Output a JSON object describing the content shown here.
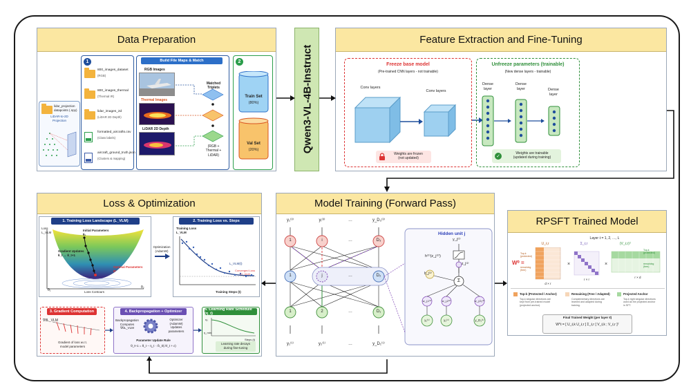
{
  "data_prep": {
    "title": "Data Preparation",
    "lidar_note": "lidar_projection\ndatapoints (.npy)",
    "lidar_projection": "LiDAR-to-2D\nProjection",
    "step1": "1",
    "step2": "2",
    "files": [
      {
        "name": "800_images_dataset",
        "desc": "(RGB)",
        "icon": "folder-icon"
      },
      {
        "name": "800_images_thermal",
        "desc": "(Thermal IR)",
        "icon": "folder-icon"
      },
      {
        "name": "lidar_images_2d",
        "desc": "(LiDAR 2D Depth)",
        "icon": "folder-icon"
      },
      {
        "name": "formatted_aircrafts.csv",
        "desc": "(Class labels)",
        "icon": "csv-file-icon"
      },
      {
        "name": "aircraft_ground_truth.json",
        "desc": "(Clusters & mapping)",
        "icon": "json-file-icon"
      }
    ],
    "file_map_title": "Build File Maps & Match",
    "rgb_label": "RGB Images",
    "thermal_label": "Thermal Images",
    "lidar_label": "LiDAR 2D Depth",
    "matched_label": "Matched\nTriplets",
    "matched_sub": "(RGB +\nThermal +\nLiDAR)",
    "train_set": "Train Set",
    "train_pct": "(80%)",
    "val_set": "Val Set",
    "val_pct": "(20%)"
  },
  "model_bar": {
    "label": "Qwen3-VL-4B-Instruct"
  },
  "feature": {
    "title": "Feature Extraction and Fine-Tuning",
    "freeze_title": "Freeze base model",
    "freeze_sub": "(Pre-trained CNN layers - not trainable)",
    "conv1": "Conv layers",
    "conv2": "Conv layers",
    "frozen_note": "Weights are frozen\n(not updated)",
    "unfreeze_title": "Unfreeze parameters (trainable)",
    "unfreeze_sub": "(New dense layers - trainable)",
    "dense1": "Dense\nlayer",
    "dense2": "Dense\nlayer",
    "dense3": "Dense\nlayer",
    "trainable_note": "Weights are trainable\n(updated during training)"
  },
  "loss": {
    "title": "Loss & Optimization",
    "landscape_title": "1. Training Loss Landscape (L_VLM)",
    "landscape_labels": {
      "loss_axis": "Loss\nL_VLM",
      "init": "Initial Parameters\nθ₀",
      "updates": "Gradient Updates\nθ_t → θ_t+1",
      "optimal": "Optimal Parameters\nθ*",
      "theta1": "θ₁",
      "theta2": "θ₂",
      "contours": "Loss Contours"
    },
    "optim_label": "Optimization\n(AdamW)",
    "curve_title": "2. Training Loss vs. Steps",
    "curve_ylabel": "Training Loss\nL_VLM",
    "curve_xlabel": "Training Steps (t)",
    "curve_legend": "L_VLM(t)",
    "curve_converged": "Converged Loss\nL*_VLM",
    "grad_title": "3. Gradient Computation",
    "grad_formula": "∇θL_VLM",
    "grad_caption": "Gradient of loss w.r.t.\nmodel parameters",
    "backprop_title": "4. Backpropagation + Optimizer",
    "backprop_left": "Backpropagation\nComputes\n∇θL_VLM",
    "backprop_right": "Optimizer\n(AdamW)\nUpdates\nparameters",
    "update_rule_title": "Parameter Update Rule",
    "update_rule": "θ_t+1 = θ_t − η_t · m̂_t/(√v̂_t + ε)",
    "lr_title": "5. Learning Rate Schedule (η_t)",
    "lr_caption": "Learning rate decays\nduring fine-tuning",
    "lr_y0": "η₀",
    "lr_ymin": "η_min",
    "lr_x": "Steps (t)"
  },
  "training": {
    "title": "Model Training (Forward Pass)",
    "hidden_unit": "Hidden unit j",
    "top_nodes": [
      "1",
      "i",
      "…",
      "D₃"
    ],
    "mid_nodes": [
      "1",
      "j",
      "…",
      "D₂"
    ],
    "bot_nodes": [
      "1",
      "2",
      "…",
      "D₁"
    ],
    "y_top": [
      "y₁⁽³⁾",
      "yᵢ⁽³⁾",
      "…",
      "y_D₃⁽³⁾"
    ],
    "y_bot": [
      "y₁⁽¹⁾",
      "y₂⁽¹⁾",
      "…",
      "y_D₁⁽¹⁾"
    ],
    "activation": "h⁽²⁾(z_j⁽²⁾)",
    "output": "y_j⁽²⁾",
    "z": "z_j⁽²⁾",
    "bias": "b_j⁽²⁾",
    "sum": "Σ",
    "weights": [
      "w_j,1⁽²⁾",
      "w_j,2⁽²⁾",
      "w_j,D₁⁽²⁾"
    ],
    "inputs": [
      "y₁⁽¹⁾",
      "y₂⁽¹⁾",
      "y_D₁⁽¹⁾"
    ]
  },
  "rpsft": {
    "title": "RPSFT Trained Model",
    "layer_caption": "Layer ℓ = 1, 2, …, L",
    "w0": "W⁰ =",
    "u_label": "U_ℓ,r",
    "s_label": "Σ_ℓ,r",
    "v_label": "(V_ℓ,r)ᵀ",
    "topk": "Top-k\n(protected)",
    "remaining": "remaining\n(free)",
    "dim_u": "d × r",
    "dim_s": "r × r",
    "dim_v": "r × d",
    "legend": [
      {
        "title": "Top-k (Protected / Anchor)",
        "desc": "Top-k singular directions are\nkept from pre-trained model\n(projected anchor).",
        "color": "#f0a35e"
      },
      {
        "title": "Remaining (Free / Adapted)",
        "desc": "Complementary directions are\nlearned and adapted during\ntraining.",
        "color": "#f6d6b8"
      },
      {
        "title": "Projected Anchor",
        "desc": "Top-k right singular directions\nused as the projected anchor\nin SFT.",
        "color": "#a6d9a0"
      }
    ],
    "final_title": "Final Trained Weight (per layer ℓ)",
    "final_formula": "W*ℓ = [ U_ℓ,k  U_ℓ,r ] Σ_ℓ,r [ V_ℓ,k ; V_ℓ,r ]ᵀ"
  },
  "colors": {
    "title_bg": "#fbe7a1",
    "blue": "#1f4e9c",
    "freeze_red": "#d33",
    "train_green": "#2f8f3a"
  }
}
